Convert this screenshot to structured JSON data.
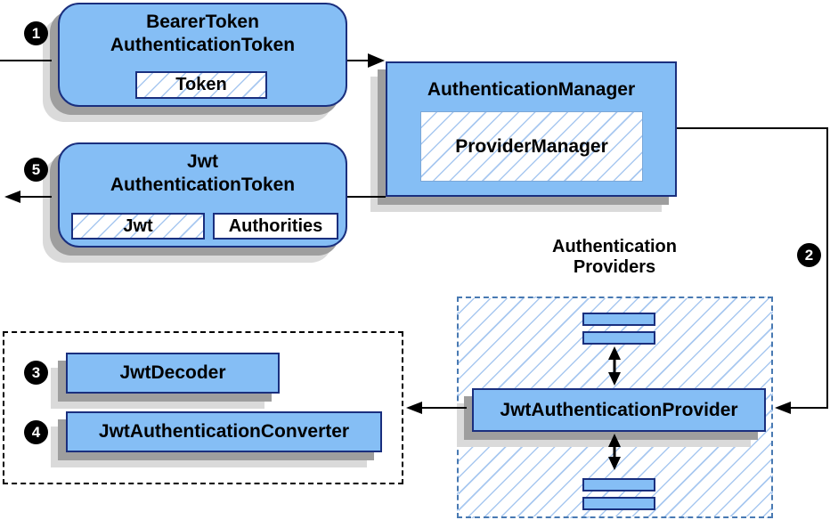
{
  "nodes": {
    "bearer_token": {
      "line1": "BearerToken",
      "line2": "AuthenticationToken",
      "field": "Token"
    },
    "auth_manager": {
      "title": "AuthenticationManager",
      "inner": "ProviderManager"
    },
    "jwt_auth_token": {
      "line1": "Jwt",
      "line2": "AuthenticationToken",
      "field_jwt": "Jwt",
      "field_authorities": "Authorities"
    },
    "providers_group": {
      "line1": "Authentication",
      "line2": "Providers"
    },
    "jwt_auth_provider": {
      "title": "JwtAuthenticationProvider"
    },
    "jwt_decoder": {
      "title": "JwtDecoder"
    },
    "jwt_converter": {
      "title": "JwtAuthenticationConverter"
    }
  },
  "badges": {
    "b1": "1",
    "b2": "2",
    "b3": "3",
    "b4": "4",
    "b5": "5"
  },
  "colors": {
    "node_fill": "#85BEF5",
    "node_border": "#1A2F7E",
    "hatch_line": "#A8C8F0",
    "providers_dashed_border": "#4879B2",
    "group_dotted_border": "#000000",
    "shadow_dark": "#9E9E9E",
    "shadow_light": "#DADADA",
    "arrow": "#000000",
    "badge_bg": "#000000",
    "badge_text": "#FFFFFF"
  }
}
